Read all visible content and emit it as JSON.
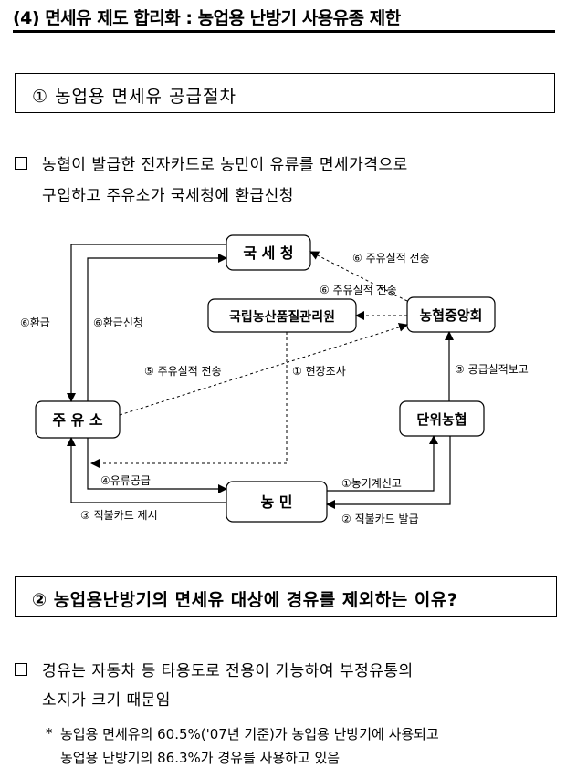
{
  "header": {
    "title": "(4) 면세유 제도 합리화 : 농업용 난방기 사용유종 제한"
  },
  "section1": {
    "heading": "① 농업용 면세유 공급절차",
    "paragraph_line1": "농협이 발급한 전자카드로 농민이 유류를 면세가격으로",
    "paragraph_line2": "구입하고 주유소가 국세청에 환급신청"
  },
  "diagram": {
    "nodes": {
      "nts": "국 세 청",
      "naqs": "국립농산품질관리원",
      "nacf": "농협중앙회",
      "gas_station": "주 유 소",
      "local_coop": "단위농협",
      "farmer": "농 민"
    },
    "labels": {
      "refund": "⑥환급",
      "refund_request": "⑥환급신청",
      "sales_to_nts": "⑥ 주유실적 전송",
      "sales_from_naqs": "⑥ 주유실적 전송",
      "sales_from_station": "⑤ 주유실적 전송",
      "field_survey": "① 현장조사",
      "supply_report": "⑤ 공급실적보고",
      "fuel_supply": "④유류공급",
      "direct_card": "③ 직불카드 제시",
      "machine_report": "①농기계신고",
      "card_issue": "② 직불카드 발급"
    }
  },
  "section2": {
    "heading": "② 농업용난방기의 면세유 대상에 경유를 제외하는 이유?",
    "paragraph_line1": "경유는 자동차 등 타용도로 전용이 가능하여 부정유통의",
    "paragraph_line2": "소지가 크기 때문임",
    "note_marker": "*",
    "note_line1": "농업용 면세유의 60.5%('07년 기준)가 농업용 난방기에 사용되고",
    "note_line2": "농업용 난방기의 86.3%가 경유를 사용하고 있음"
  }
}
